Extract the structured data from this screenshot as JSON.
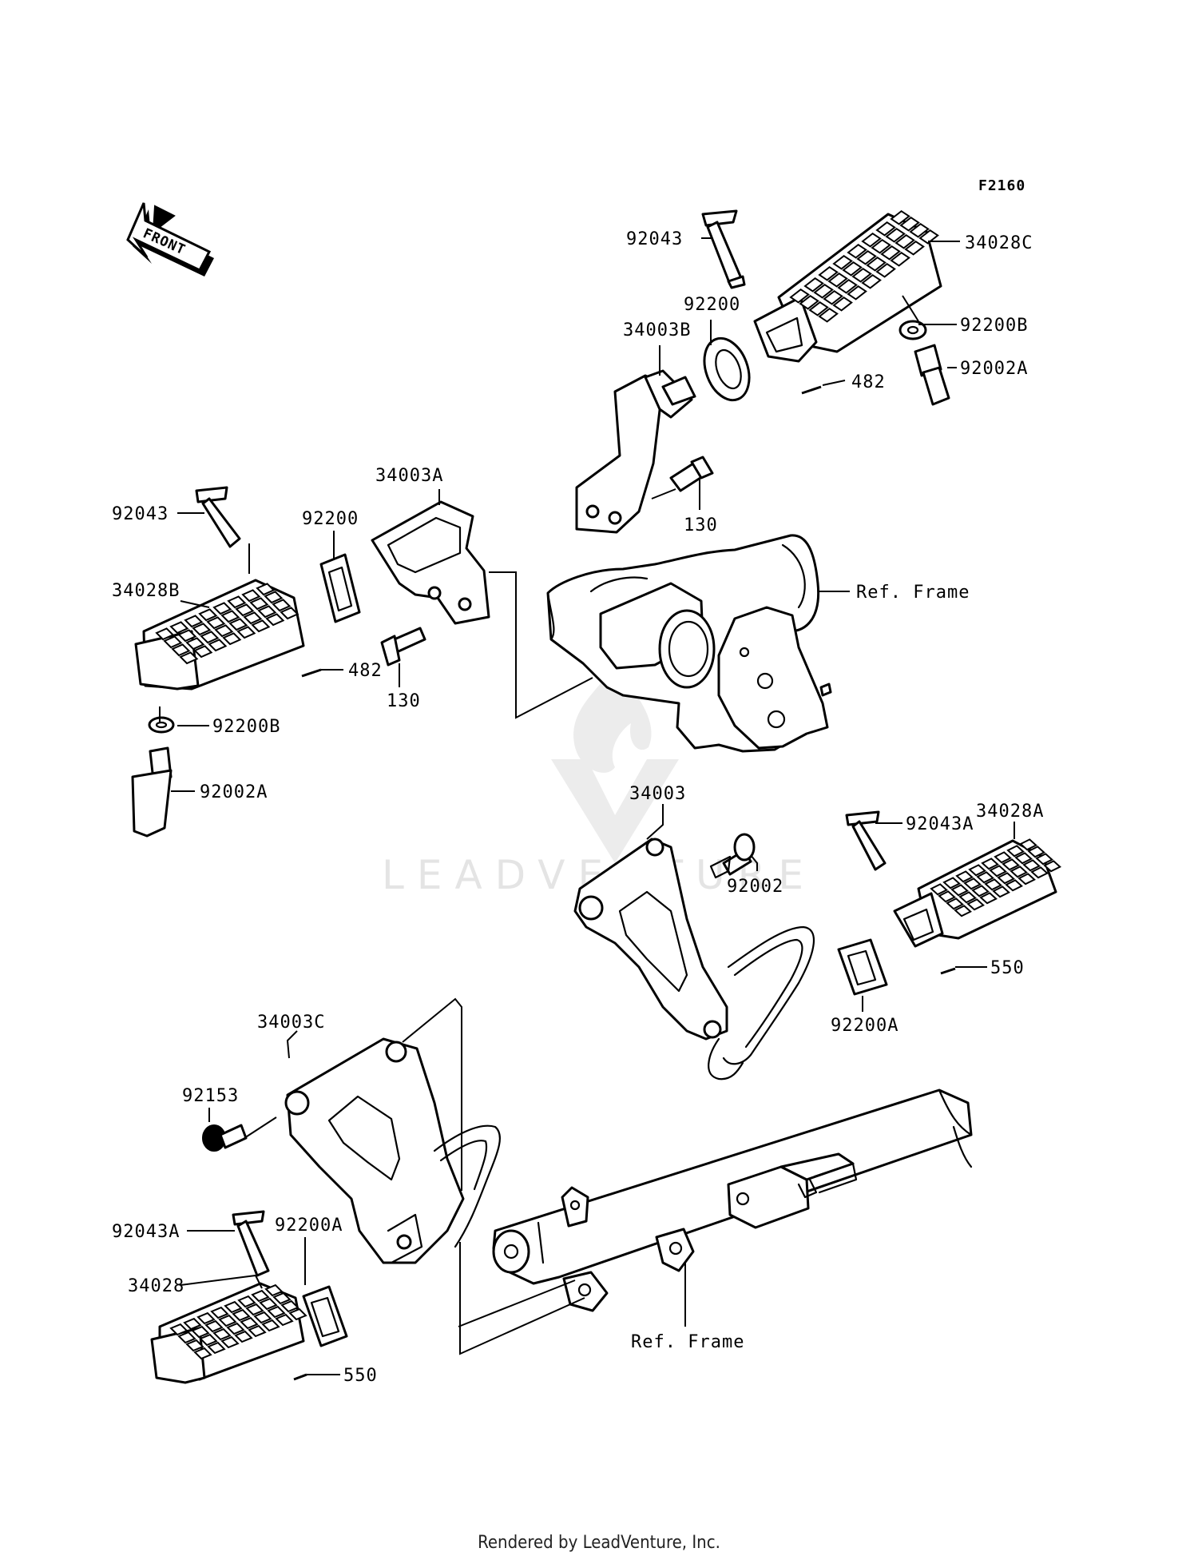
{
  "figure_code": "F2160",
  "front_arrow": "FRONT",
  "watermark": "LEADVENTURE",
  "footer": "Rendered by LeadVenture, Inc.",
  "callouts": {
    "right_front_pin": "92043",
    "right_front_peg": "34028C",
    "right_front_washer": "92200",
    "right_front_bracket": "34003B",
    "right_front_washer_b": "92200B",
    "right_front_bolt": "92002A",
    "right_front_spring": "482",
    "right_front_mount_bolt": "130",
    "ref_frame_upper": "Ref. Frame",
    "left_front_pin": "92043",
    "left_front_washer": "92200",
    "left_front_bracket": "34003A",
    "left_front_peg": "34028B",
    "left_front_spring": "482",
    "left_front_mount_bolt": "130",
    "left_front_washer_b": "92200B",
    "left_front_bolt": "92002A",
    "rear_right_bracket": "34003",
    "rear_right_bolt": "92002",
    "rear_right_pin": "92043A",
    "rear_right_peg": "34028A",
    "rear_right_clip": "550",
    "rear_right_washer": "92200A",
    "rear_left_bracket": "34003C",
    "rear_left_bolt": "92153",
    "rear_left_pin": "92043A",
    "rear_left_washer": "92200A",
    "rear_left_peg": "34028",
    "rear_left_clip": "550",
    "ref_frame_lower": "Ref. Frame"
  }
}
